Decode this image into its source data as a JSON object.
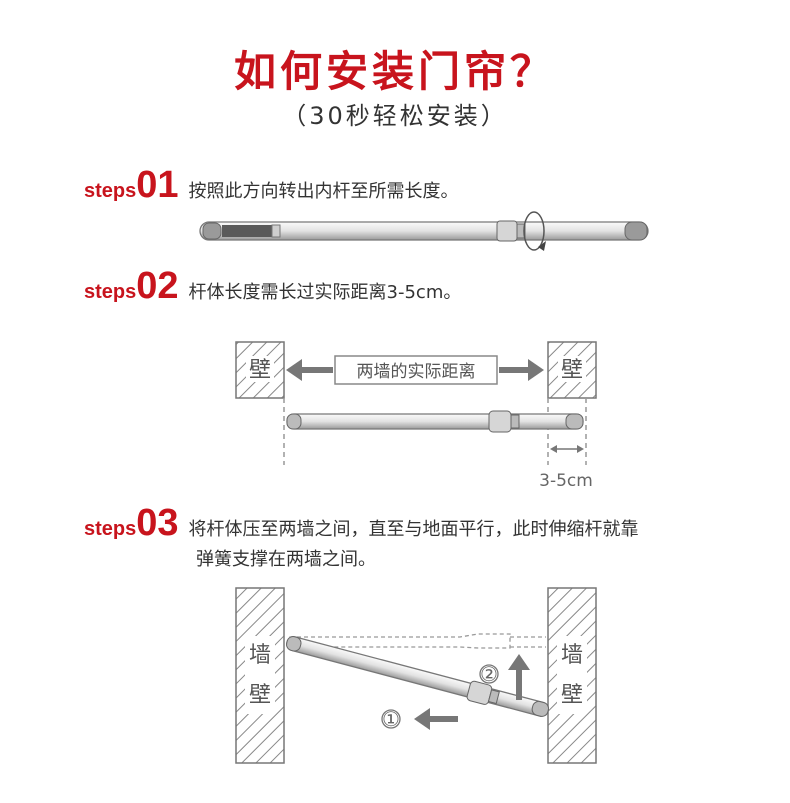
{
  "title": "如何安装门帘？",
  "subtitle": "（30秒轻松安装）",
  "steps": [
    {
      "word": "steps",
      "num": "01",
      "desc": "按照此方向转出内杆至所需长度。"
    },
    {
      "word": "steps",
      "num": "02",
      "desc": "杆体长度需长过实际距离3-5cm。"
    },
    {
      "word": "steps",
      "num": "03",
      "desc": "将杆体压至两墙之间，直至与地面平行，此时伸缩杆就靠",
      "desc2": "弹簧支撑在两墙之间。"
    }
  ],
  "diagram2": {
    "wall": "壁",
    "distance_label": "两墙的实际距离",
    "extra_label": "3-5cm"
  },
  "diagram3": {
    "wall_top": "墙",
    "wall_bottom": "壁",
    "marker1": "①",
    "marker2": "②"
  },
  "colors": {
    "accent": "#c8141d",
    "diagram": "#777777"
  }
}
